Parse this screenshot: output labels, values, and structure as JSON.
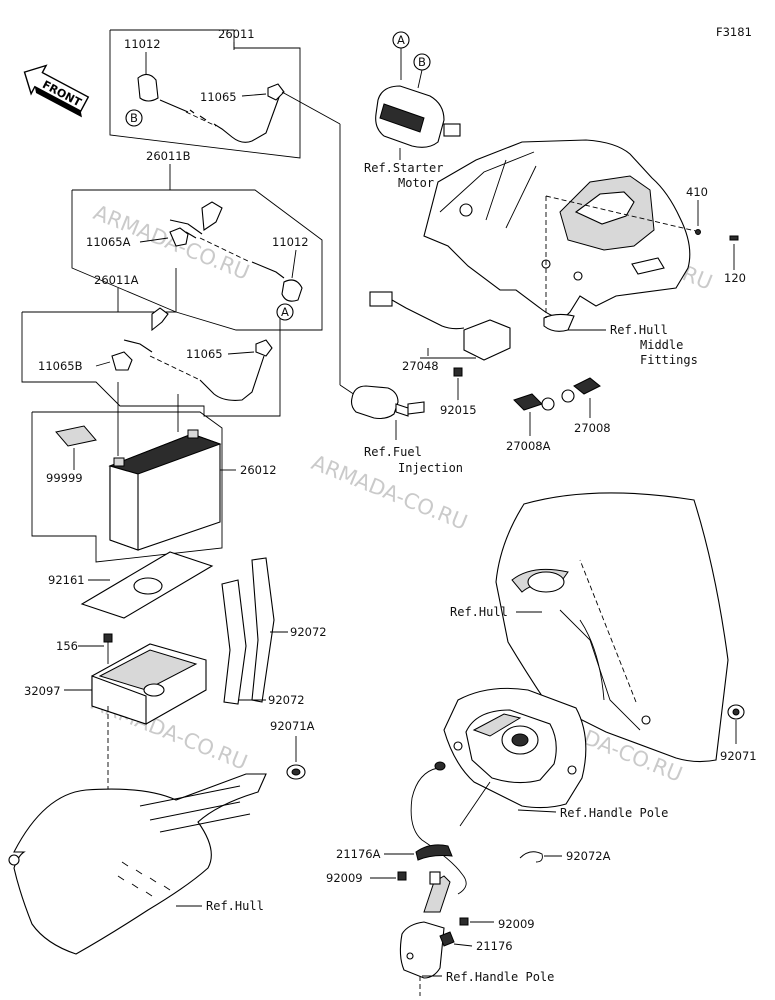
{
  "diagram_code": "F3181",
  "front_label": "FRONT",
  "watermark": "ARMADA-CO.RU",
  "callouts": {
    "A": "A",
    "B": "B"
  },
  "parts": {
    "p26011": "26011",
    "p11012_top": "11012",
    "p11065_top": "11065",
    "p26011B": "26011B",
    "p11065A": "11065A",
    "p11012_mid": "11012",
    "p26011A": "26011A",
    "p11065B": "11065B",
    "p11065_mid": "11065",
    "p99999": "99999",
    "p26012": "26012",
    "p92161": "92161",
    "p156": "156",
    "p32097": "32097",
    "p92072_a": "92072",
    "p92072_b": "92072",
    "p92071A": "92071A",
    "p410": "410",
    "p120": "120",
    "p27048": "27048",
    "p92015": "92015",
    "p27008A": "27008A",
    "p27008": "27008",
    "p92071": "92071",
    "p21176A": "21176A",
    "p92009_a": "92009",
    "p92072A": "92072A",
    "p92009_b": "92009",
    "p21176": "21176"
  },
  "references": {
    "starter_motor_1": "Ref.Starter",
    "starter_motor_2": "Motor",
    "hull_middle_1": "Ref.Hull",
    "hull_middle_2": "Middle",
    "hull_middle_3": "Fittings",
    "fuel_injection_1": "Ref.Fuel",
    "fuel_injection_2": "Injection",
    "hull_right": "Ref.Hull",
    "handle_pole_1": "Ref.Handle Pole",
    "handle_pole_2": "Ref.Handle Pole",
    "hull_bottom": "Ref.Hull"
  }
}
